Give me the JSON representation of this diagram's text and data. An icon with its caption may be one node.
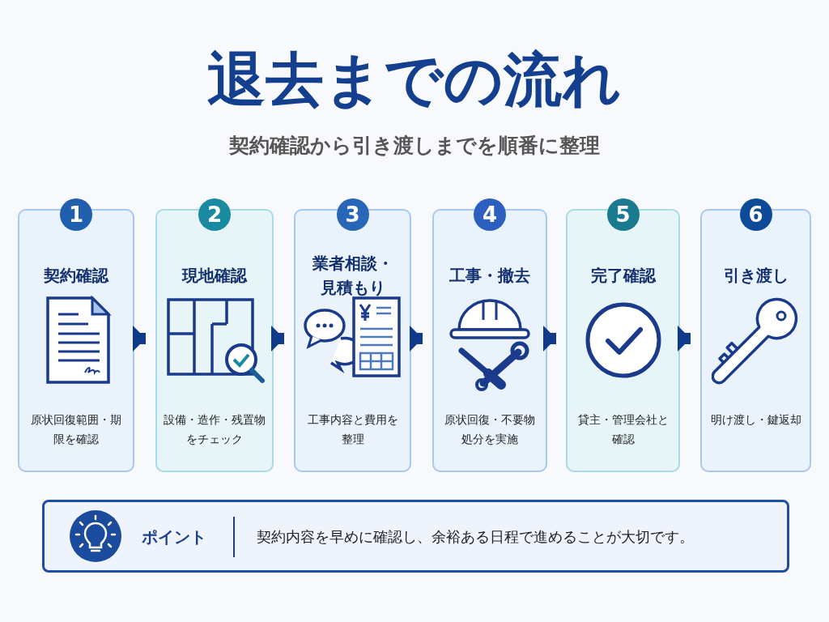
{
  "diagram": {
    "title": "退去までの流れ",
    "caption": "契約確認から引き渡しまでを順番に整理",
    "nodes": [
      {
        "text": [
          "1",
          "契約確認",
          "原状回復範囲・期限を確認"
        ]
      },
      {
        "text": [
          "2",
          "現地確認",
          "設備・造作・残置物をチェック"
        ]
      },
      {
        "text": [
          "3",
          "業者相談・見積もり",
          "工事内容と費用を整理"
        ]
      },
      {
        "text": [
          "4",
          "工事・撤去",
          "原状回復・不要物処分を実施"
        ]
      },
      {
        "text": [
          "5",
          "完了確認",
          "貸主・管理会社と確認"
        ]
      },
      {
        "text": [
          "6",
          "引き渡し",
          "明け渡し・鍵返却"
        ]
      },
      {
        "text": [
          "ポイント",
          "契約内容を早めに確認し、余裕ある日程で進めることが大切です。"
        ]
      }
    ],
    "edges": [
      {
        "from": 0,
        "to": 1,
        "arrow": "to"
      },
      {
        "from": 1,
        "to": 2,
        "arrow": "to"
      },
      {
        "from": 2,
        "to": 3,
        "arrow": "to"
      },
      {
        "from": 3,
        "to": 4,
        "arrow": "to"
      },
      {
        "from": 4,
        "to": 5,
        "arrow": "to"
      }
    ]
  }
}
